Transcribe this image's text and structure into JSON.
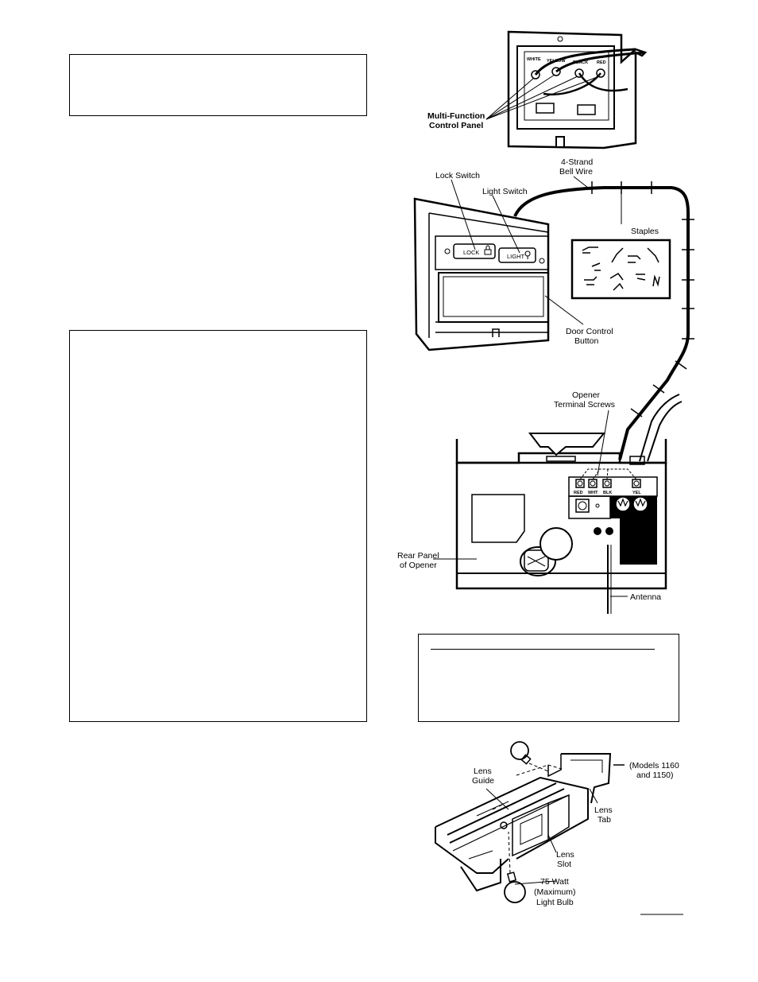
{
  "panel_wires": [
    "WHITE",
    "YELLOW",
    "BLACK",
    "RED"
  ],
  "labels": {
    "multi_function_1": "Multi-Function",
    "multi_function_2": "Control Panel",
    "bell_wire_1": "4-Strand",
    "bell_wire_2": "Bell Wire",
    "lock_switch": "Lock Switch",
    "light_switch": "Light Switch",
    "staples": "Staples",
    "lock_button": "LOCK",
    "light_button": "LIGHT",
    "door_control_1": "Door Control",
    "door_control_2": "Button",
    "terminal_1": "Opener",
    "terminal_2": "Terminal Screws",
    "rear_panel_1": "Rear Panel",
    "rear_panel_2": "of Opener",
    "antenna": "Antenna",
    "models_1": "(Models 1160",
    "models_2": "and 1150)",
    "lens_guide_1": "Lens",
    "lens_guide_2": "Guide",
    "lens_tab_1": "Lens",
    "lens_tab_2": "Tab",
    "lens_slot_1": "Lens",
    "lens_slot_2": "Slot",
    "bulb_1": "75 Watt",
    "bulb_2": "(Maximum)",
    "bulb_3": "Light Bulb"
  },
  "terminals": [
    "RED",
    "WHT",
    "BLK",
    "YEL"
  ]
}
